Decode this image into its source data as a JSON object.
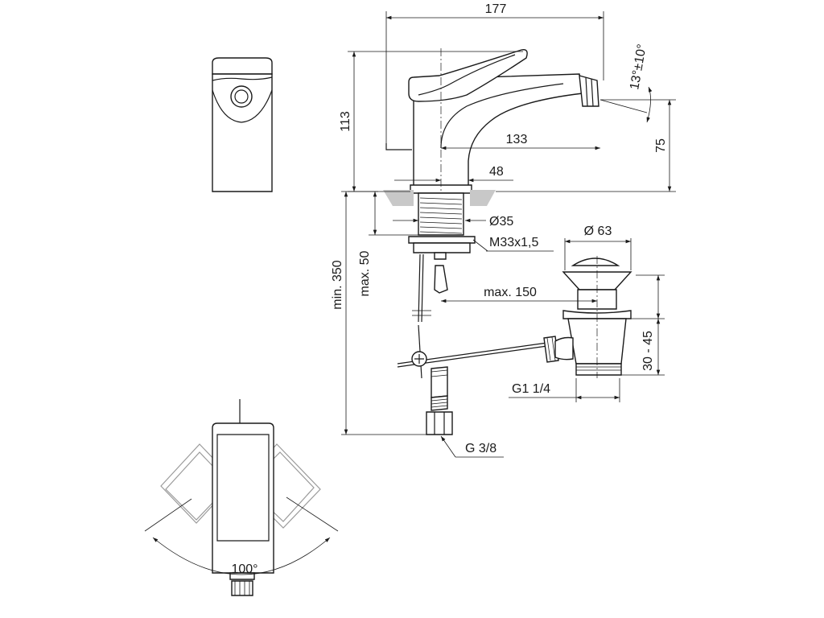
{
  "dimensions": {
    "width_total": "177",
    "height_total": "113",
    "spout_angle": "13°±10°",
    "spout_height": "75",
    "spout_reach": "133",
    "body_offset": "48",
    "shank_diameter": "Ø35",
    "thread": "M33x1,5",
    "max_deck_thickness": "max. 50",
    "min_height_below": "min. 350",
    "waste_diameter": "Ø 63",
    "waste_rod_max": "max. 150",
    "waste_height_range": "30 - 45",
    "waste_thread": "G1 1/4",
    "supply_thread": "G 3/8",
    "lever_rotation": "100°"
  },
  "colors": {
    "line": "#1a1a1a",
    "ghost": "#9a9a9a",
    "countertop": "#c8c8c8"
  }
}
